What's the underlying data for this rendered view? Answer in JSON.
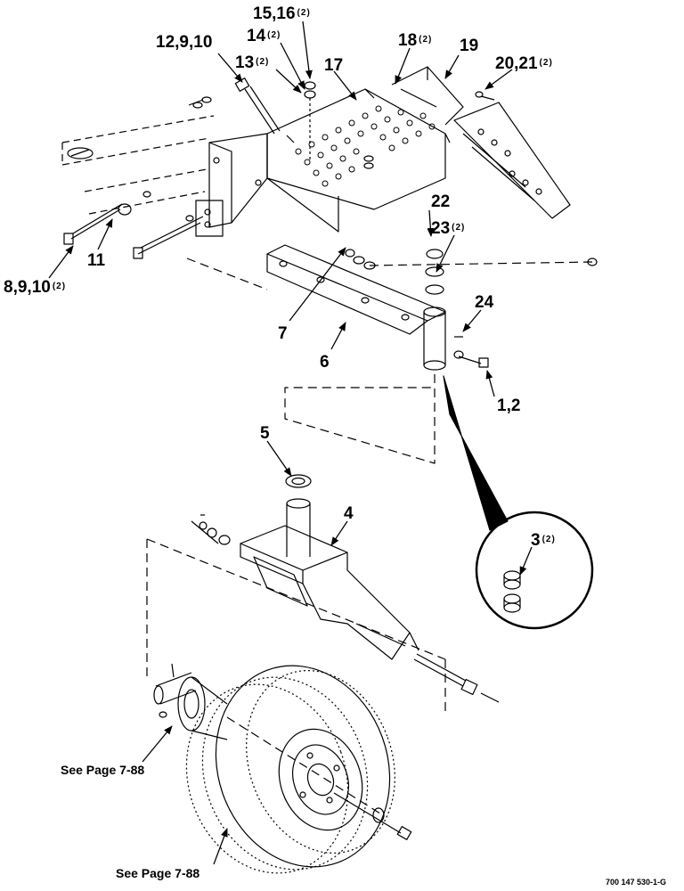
{
  "callouts": [
    {
      "id": "c15",
      "label": "15,16",
      "qty": "(2)"
    },
    {
      "id": "c14",
      "label": "14",
      "qty": "(2)"
    },
    {
      "id": "c12",
      "label": "12,9,10",
      "qty": ""
    },
    {
      "id": "c13",
      "label": "13",
      "qty": "(2)"
    },
    {
      "id": "c17",
      "label": "17",
      "qty": ""
    },
    {
      "id": "c18",
      "label": "18",
      "qty": "(2)"
    },
    {
      "id": "c19",
      "label": "19",
      "qty": ""
    },
    {
      "id": "c20",
      "label": "20,21",
      "qty": "(2)"
    },
    {
      "id": "c22",
      "label": "22",
      "qty": ""
    },
    {
      "id": "c23",
      "label": "23",
      "qty": "(2)"
    },
    {
      "id": "c11",
      "label": "11",
      "qty": ""
    },
    {
      "id": "c8",
      "label": "8,9,10",
      "qty": "(2)"
    },
    {
      "id": "c24",
      "label": "24",
      "qty": ""
    },
    {
      "id": "c7",
      "label": "7",
      "qty": ""
    },
    {
      "id": "c6",
      "label": "6",
      "qty": ""
    },
    {
      "id": "c1",
      "label": "1,2",
      "qty": ""
    },
    {
      "id": "c5",
      "label": "5",
      "qty": ""
    },
    {
      "id": "c4",
      "label": "4",
      "qty": ""
    },
    {
      "id": "c3",
      "label": "3",
      "qty": "(2)"
    }
  ],
  "references": {
    "hub": "See Page 7-88",
    "wheel": "See Page 7-88"
  },
  "figure_code": "700 147 530-1-G",
  "colors": {
    "ink": "#000000",
    "paper": "#ffffff"
  }
}
